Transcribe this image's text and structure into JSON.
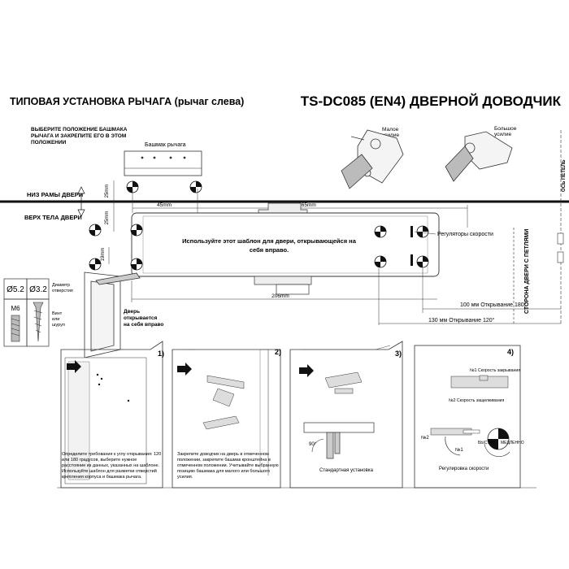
{
  "header": {
    "left_title": "ТИПОВАЯ УСТАНОВКА РЫЧАГА (рычаг слева)",
    "right_title": "TS-DC085 (EN4) ДВЕРНОЙ ДОВОДЧИК"
  },
  "template": {
    "instruction": [
      "ВЫБЕРИТЕ ПОЛОЖЕНИЕ БАШМАКА",
      "РЫЧАГА И ЗАКРЕПИТЕ ЕГО В ЭТОМ",
      "ПОЛОЖЕНИИ"
    ],
    "shoe_label": "Башмак рычага",
    "small_force": [
      "Малое",
      "усилие"
    ],
    "large_force": [
      "Большое",
      "усилие"
    ],
    "frame_bottom": "НИЗ РАМЫ ДВЕРИ",
    "door_top": "ВЕРХ ТЕЛА ДВЕРИ",
    "dim_45": "45mm",
    "dim_165": "165mm",
    "dim_25": "25mm",
    "dim_25b": "25mm",
    "dim_19": "19mm",
    "dim_206": "206mm",
    "template_text": [
      "Используйте этот шаблон для двери, открывающейся на",
      "себя вправо."
    ],
    "speed_regulators": "Регуляторы скорости",
    "hinge_side": "СТОРОНА ДВЕРИ С ПЕТЛЯМИ",
    "hinge_axis": "ОСЬ ПЕТЕЛЬ",
    "open_180": "100 мм   Открывание 180°",
    "open_120": "130 мм   Открывание 120°",
    "door_note": [
      "Дверь",
      "открывается",
      "на себя вправо"
    ]
  },
  "screws": {
    "d1": "Ø5.2",
    "d2": "Ø3.2",
    "hole_label": [
      "Диаметр",
      "отверстия"
    ],
    "m6": "M6",
    "screw_label": [
      "Винт",
      "или",
      "шуруп"
    ]
  },
  "steps": {
    "s1_num": "1)",
    "s2_num": "2)",
    "s3_num": "3)",
    "s4_num": "4)",
    "s1_text": [
      "Определите требования к углу открывания: 120",
      "или 180 градусов, выберите нужное",
      "расстояние из данных, указанных на шаблоне.",
      "Используйте шаблон для разметки отверстий",
      "крепления корпуса и башмака рычага."
    ],
    "s2_text": [
      "Закрепите доводчик на дверь в отмеченном",
      "положении, закрепите башмак кронштейна в",
      "отмеченном положении. Учитывайте выбранную",
      "позицию башмака для малого или большого",
      "усилия."
    ],
    "s3_angle": "90°",
    "s3_caption": "Стандартная установка",
    "s4_speed1": "№1 Скорость закрывания",
    "s4_speed2": "№2 Скорость защелкивания",
    "s4_n2": "№2",
    "s4_n1": "№1",
    "s4_fast": "БЫСТРО",
    "s4_slow": "МЕДЛЕННО",
    "s4_caption": "Регулировка скорости"
  }
}
